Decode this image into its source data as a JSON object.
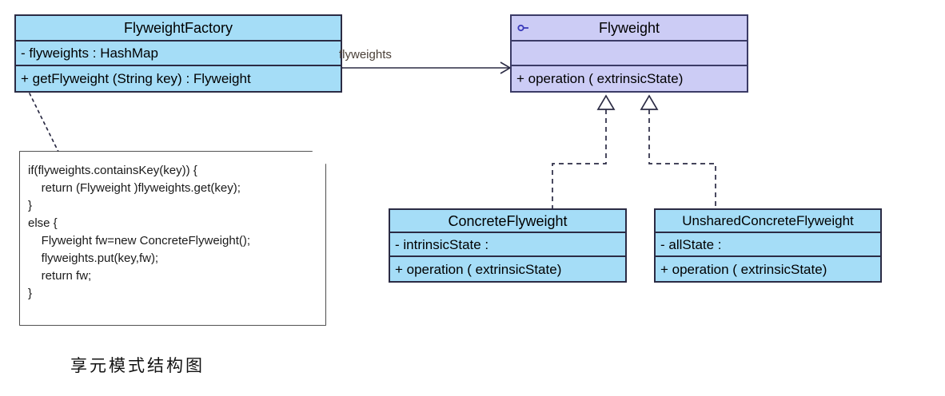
{
  "diagram": {
    "caption": "享元模式结构图",
    "colors": {
      "class_fill": "#a5ddf7",
      "interface_fill": "#ccccf5",
      "class_border": "#2b2b44",
      "interface_border": "#3b3b66",
      "note_border": "#3a3a3a",
      "note_fill": "#ffffff",
      "edge": "#2b2b44",
      "edge_label": "#4a4038",
      "interface_marker": "#3b3bbb"
    },
    "classes": {
      "flyweight_factory": {
        "name": "FlyweightFactory",
        "attributes": [
          "- flyweights : HashMap"
        ],
        "operations": [
          "+ getFlyweight (String key) : Flyweight"
        ]
      },
      "flyweight": {
        "name": "Flyweight",
        "stereotype_icon": "interface-marker-icon",
        "attributes": [
          ""
        ],
        "operations": [
          "+ operation ( extrinsicState)"
        ]
      },
      "concrete_flyweight": {
        "name": "ConcreteFlyweight",
        "attributes": [
          "- intrinsicState :"
        ],
        "operations": [
          "+ operation ( extrinsicState)"
        ]
      },
      "unshared_concrete_flyweight": {
        "name": "UnsharedConcreteFlyweight",
        "attributes": [
          "- allState :"
        ],
        "operations": [
          "+ operation ( extrinsicState)"
        ]
      }
    },
    "note": {
      "code": "if(flyweights.containsKey(key)) {\n    return (Flyweight )flyweights.get(key);\n}\nelse {\n    Flyweight fw=new ConcreteFlyweight();\n    flyweights.put(key,fw);\n    return fw;\n}"
    },
    "relationships": [
      {
        "id": "assoc-factory-flyweight",
        "type": "aggregation",
        "from": "FlyweightFactory",
        "to": "Flyweight",
        "label": "flyweights",
        "source_decoration": "hollow-diamond",
        "target_decoration": "open-arrow"
      },
      {
        "id": "realize-concrete-flyweight",
        "type": "realization",
        "from": "ConcreteFlyweight",
        "to": "Flyweight",
        "label": "",
        "target_decoration": "hollow-triangle",
        "line_style": "dashed"
      },
      {
        "id": "realize-unshared-concrete-flyweight",
        "type": "realization",
        "from": "UnsharedConcreteFlyweight",
        "to": "Flyweight",
        "label": "",
        "target_decoration": "hollow-triangle",
        "line_style": "dashed"
      },
      {
        "id": "note-anchor-factory",
        "type": "note-link",
        "from": "note",
        "to": "FlyweightFactory",
        "label": "",
        "line_style": "dotted"
      }
    ]
  }
}
